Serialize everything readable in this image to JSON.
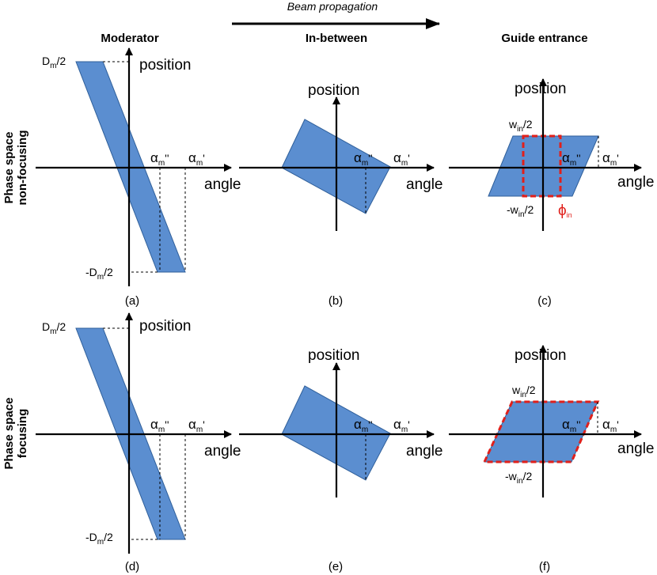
{
  "header": {
    "beam_propagation": "Beam propagation",
    "col_moderator": "Moderator",
    "col_inbetween": "In-between",
    "col_guide": "Guide entrance"
  },
  "rows": {
    "row1": [
      "Phase space",
      "non-focusing"
    ],
    "row2": [
      "Phase space",
      "focusing"
    ]
  },
  "axes": {
    "position": "position",
    "angle": "angle"
  },
  "ticks": {
    "alpha_pp": {
      "base": "α",
      "sub": "m",
      "post": "''"
    },
    "alpha_p": {
      "base": "α",
      "sub": "m",
      "post": "'"
    },
    "dm_top": {
      "base": "D",
      "sub": "m",
      "post": "/2"
    },
    "dm_bot": {
      "pre": "-D",
      "sub": "m",
      "post": "/2"
    },
    "win_top": {
      "base": "w",
      "sub": "in",
      "post": "/2"
    },
    "win_bot": {
      "pre": "-w",
      "sub": "in",
      "post": "/2"
    },
    "phi_in": {
      "base": "ϕ",
      "sub": "in"
    }
  },
  "captions": {
    "a": "(a)",
    "b": "(b)",
    "c": "(c)",
    "d": "(d)",
    "e": "(e)",
    "f": "(f)"
  },
  "colors": {
    "shape_fill": "#5b8ed0",
    "shape_stroke": "#2f5f9a",
    "highlight": "#e0201b"
  }
}
